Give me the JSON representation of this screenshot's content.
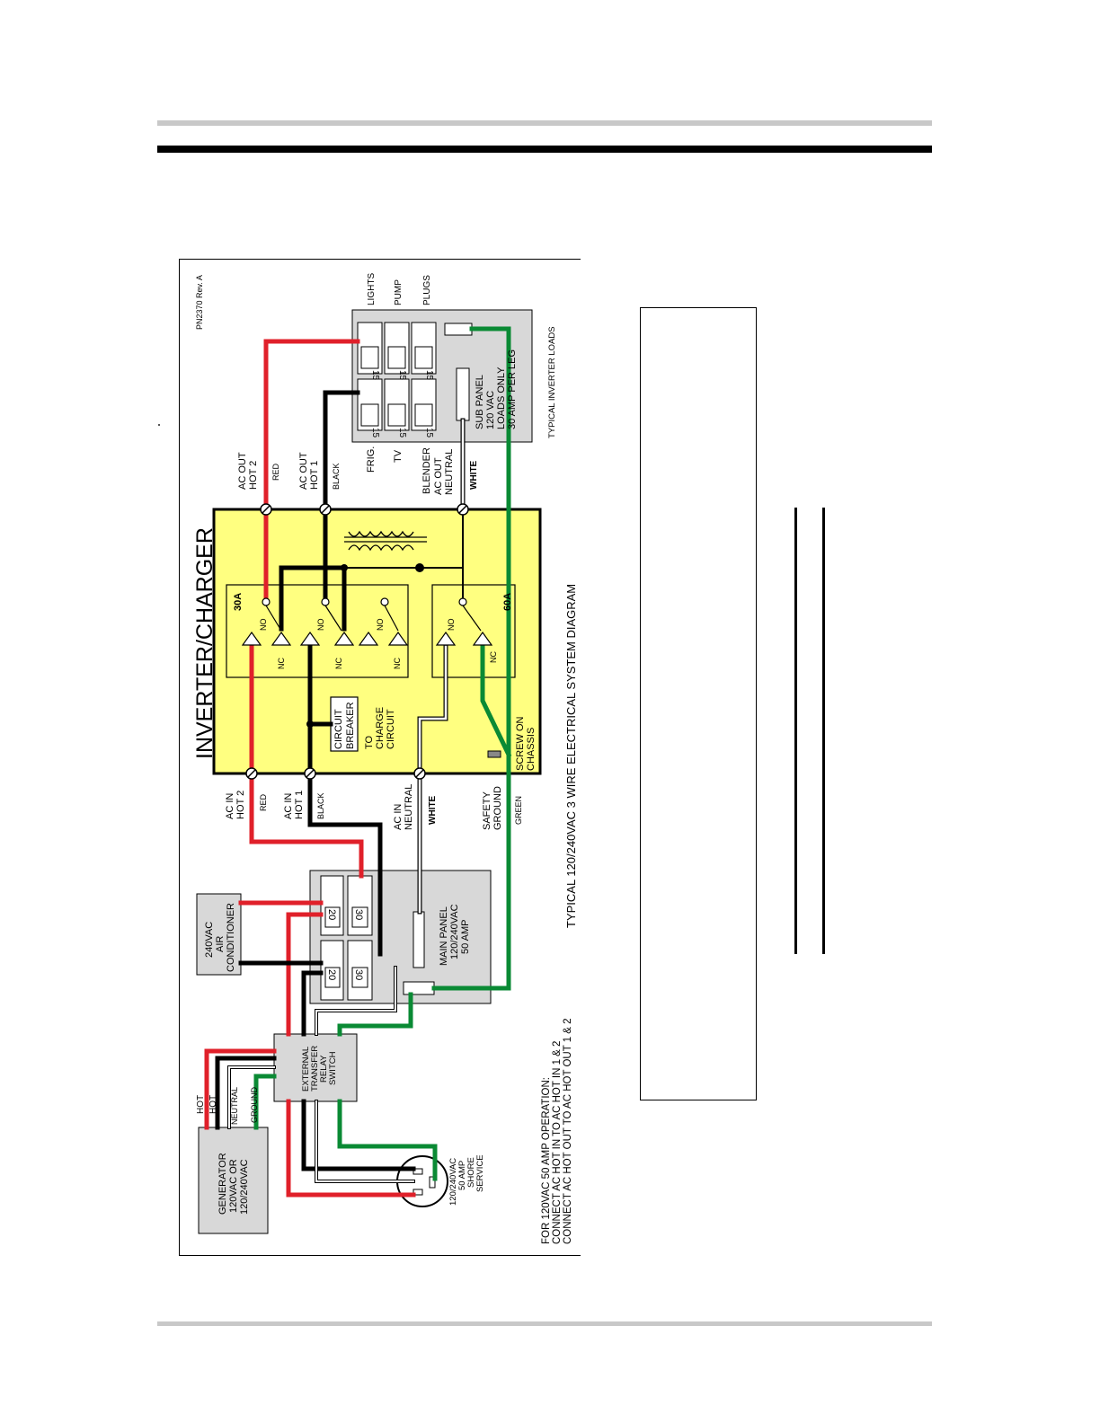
{
  "diagram": {
    "part_number": "PN2370 Rev. A",
    "inverter_title": "INVERTER/CHARGER",
    "caption": "TYPICAL 120/240VAC 3 WIRE ELECTRICAL SYSTEM DIAGRAM",
    "footnote": [
      "FOR 120VAC 50 AMP OPERATION:",
      "CONNECT AC HOT IN TO AC HOT IN 1 & 2",
      "CONNECT AC HOT OUT TO AC HOT OUT 1 & 2"
    ],
    "relay_30a": "30A",
    "relay_60a": "60A",
    "no": "NO",
    "nc": "NC",
    "circuit_breaker": [
      "CIRCUIT",
      "BREAKER"
    ],
    "to_charge": [
      "TO",
      "CHARGE",
      "CIRCUIT"
    ],
    "screw": [
      "SCREW ON",
      "CHASSIS"
    ],
    "ac_in_hot2": [
      "AC IN",
      "HOT 2"
    ],
    "ac_in_hot1": [
      "AC IN",
      "HOT 1"
    ],
    "ac_in_neutral": [
      "AC IN",
      "NEUTRAL"
    ],
    "safety_ground": [
      "SAFETY",
      "GROUND"
    ],
    "ac_out_hot2": [
      "AC OUT",
      "HOT 2"
    ],
    "ac_out_hot1": [
      "AC OUT",
      "HOT 1"
    ],
    "ac_out_neutral": [
      "AC OUT",
      "NEUTRAL"
    ],
    "wire_red": "RED",
    "wire_black": "BLACK",
    "wire_white": "WHITE",
    "wire_green": "GREEN",
    "generator": [
      "GENERATOR",
      "120VAC OR",
      "120/240VAC"
    ],
    "gen_wires": [
      "HOT",
      "HOT",
      "NEUTRAL",
      "GROUND"
    ],
    "transfer": [
      "EXTERNAL",
      "TRANSFER",
      "RELAY",
      "SWITCH"
    ],
    "shore": [
      "120/240VAC",
      "50 AMP",
      "SHORE",
      "SERVICE"
    ],
    "air_conditioner": [
      "240VAC",
      "AIR",
      "CONDITIONER"
    ],
    "main_panel": [
      "MAIN PANEL",
      "120/240VAC",
      "50 AMP"
    ],
    "main_breakers": [
      "20",
      "20",
      "30",
      "30"
    ],
    "sub_panel": [
      "SUB PANEL",
      "120 VAC",
      "LOADS ONLY",
      "30 AMP PER LEG"
    ],
    "sub_breakers": [
      "15",
      "15",
      "15",
      "15",
      "15",
      "15"
    ],
    "loads_black": [
      "FRIG.",
      "TV",
      "BLENDER"
    ],
    "loads_red": [
      "LIGHTS",
      "PUMP",
      "PLUGS"
    ],
    "typical_loads": "TYPICAL INVERTER LOADS",
    "colors": {
      "red": "#e0202a",
      "black": "#000000",
      "green": "#0a8a34",
      "yellow": "#ffff80",
      "panel_gray": "#d8d8d8"
    }
  }
}
